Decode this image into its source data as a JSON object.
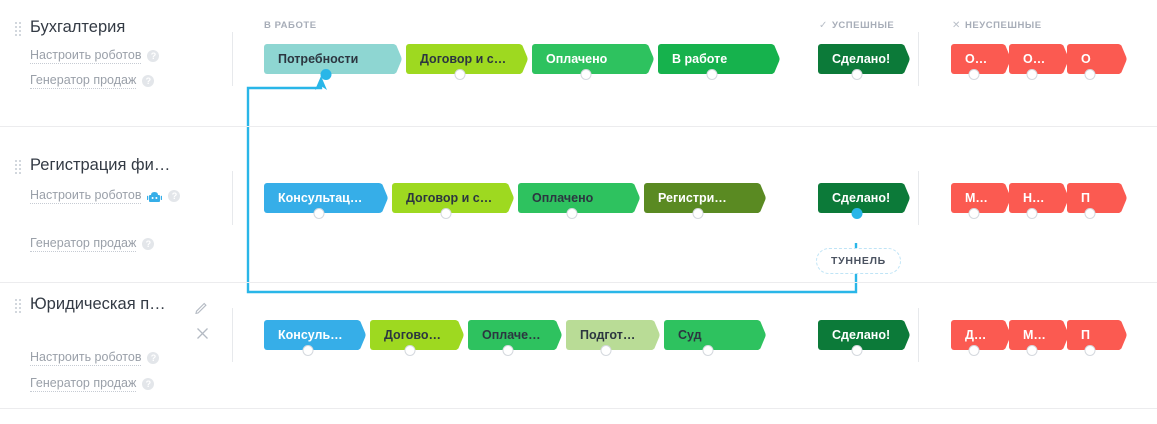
{
  "columns": {
    "in_work": "В РАБОТЕ",
    "success": "УСПЕШНЫЕ",
    "success_tick": "✓",
    "fail": "НЕУСПЕШНЫЕ",
    "fail_tick": "✕"
  },
  "links": {
    "robots": "Настроить роботов",
    "generator": "Генератор продаж",
    "help": "?"
  },
  "tunnel": {
    "label": "ТУННЕЛЬ"
  },
  "colors": {
    "teal": "#8ed6d2",
    "lime": "#9ed920",
    "green": "#2ec25f",
    "green_strong": "#16b24d",
    "olive": "#5a8a22",
    "light_green": "#b9dc96",
    "blue": "#36aee8",
    "dark_green": "#0c7a39",
    "red": "#fb5a51",
    "accent": "#29b6e8",
    "text": "#333a44",
    "muted": "#9aa0a9"
  },
  "rows": [
    {
      "title": "Бухгалтерия",
      "has_robot_icon": false,
      "has_edit_icons": false,
      "stages": [
        {
          "label": "Потребности",
          "color": "#8ed6d2",
          "text": "#2c3640",
          "width": 124,
          "active": true
        },
        {
          "label": "Договор и с…",
          "color": "#9ed920",
          "text": "#2c3640",
          "width": 108,
          "active": false
        },
        {
          "label": "Оплачено",
          "color": "#2ec25f",
          "text": "#ffffff",
          "width": 108,
          "active": false
        },
        {
          "label": "В работе",
          "color": "#16b24d",
          "text": "#ffffff",
          "width": 108,
          "active": false
        }
      ],
      "success": [
        {
          "label": "Сделано!",
          "color": "#0c7a39",
          "text": "#ffffff",
          "width": 78,
          "active": false
        }
      ],
      "fail": [
        {
          "label": "О…",
          "color": "#fb5a51",
          "text": "#ffffff",
          "width": 46,
          "active": false
        },
        {
          "label": "О…",
          "color": "#fb5a51",
          "text": "#ffffff",
          "width": 46,
          "active": false
        },
        {
          "label": "О",
          "color": "#fb5a51",
          "text": "#ffffff",
          "width": 46,
          "active": false
        }
      ]
    },
    {
      "title": "Регистрация фи…",
      "has_robot_icon": true,
      "has_edit_icons": false,
      "stages": [
        {
          "label": "Консультац…",
          "color": "#36aee8",
          "text": "#ffffff",
          "width": 110,
          "active": false
        },
        {
          "label": "Договор и с…",
          "color": "#9ed920",
          "text": "#2c3640",
          "width": 108,
          "active": false
        },
        {
          "label": "Оплачено",
          "color": "#2ec25f",
          "text": "#2c3640",
          "width": 108,
          "active": false
        },
        {
          "label": "Регистри…",
          "color": "#5a8a22",
          "text": "#ffffff",
          "width": 108,
          "active": false
        }
      ],
      "success": [
        {
          "label": "Сделано!",
          "color": "#0c7a39",
          "text": "#ffffff",
          "width": 78,
          "active": true
        }
      ],
      "fail": [
        {
          "label": "М…",
          "color": "#fb5a51",
          "text": "#ffffff",
          "width": 46,
          "active": false
        },
        {
          "label": "Н…",
          "color": "#fb5a51",
          "text": "#ffffff",
          "width": 46,
          "active": false
        },
        {
          "label": "П",
          "color": "#fb5a51",
          "text": "#ffffff",
          "width": 46,
          "active": false
        }
      ]
    },
    {
      "title": "Юридическая п…",
      "has_robot_icon": false,
      "has_edit_icons": true,
      "stages": [
        {
          "label": "Консуль…",
          "color": "#36aee8",
          "text": "#ffffff",
          "width": 88,
          "active": false
        },
        {
          "label": "Догово…",
          "color": "#9ed920",
          "text": "#2c3640",
          "width": 80,
          "active": false
        },
        {
          "label": "Оплаче…",
          "color": "#2ec25f",
          "text": "#2c3640",
          "width": 80,
          "active": false
        },
        {
          "label": "Подгот…",
          "color": "#b9dc96",
          "text": "#2c3640",
          "width": 80,
          "active": false
        },
        {
          "label": "Суд",
          "color": "#2ec25f",
          "text": "#2c3640",
          "width": 88,
          "active": false
        }
      ],
      "success": [
        {
          "label": "Сделано!",
          "color": "#0c7a39",
          "text": "#ffffff",
          "width": 78,
          "active": false
        }
      ],
      "fail": [
        {
          "label": "Д…",
          "color": "#fb5a51",
          "text": "#ffffff",
          "width": 46,
          "active": false
        },
        {
          "label": "М…",
          "color": "#fb5a51",
          "text": "#ffffff",
          "width": 46,
          "active": false
        },
        {
          "label": "П",
          "color": "#fb5a51",
          "text": "#ffffff",
          "width": 46,
          "active": false
        }
      ]
    }
  ]
}
